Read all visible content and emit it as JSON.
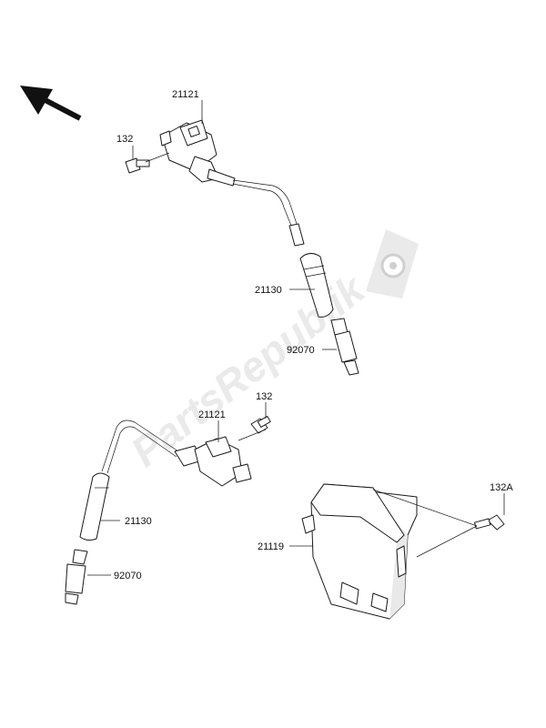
{
  "diagram": {
    "watermark": "PartsRepublik",
    "labels": {
      "coil_top": "21121",
      "bolt_top": "132",
      "cap_top": "21130",
      "plug_top": "92070",
      "bolt_mid": "132",
      "coil_mid": "21121",
      "cap_bottom": "21130",
      "plug_bottom": "92070",
      "ecu": "21119",
      "bolt_ecu": "132A"
    }
  }
}
